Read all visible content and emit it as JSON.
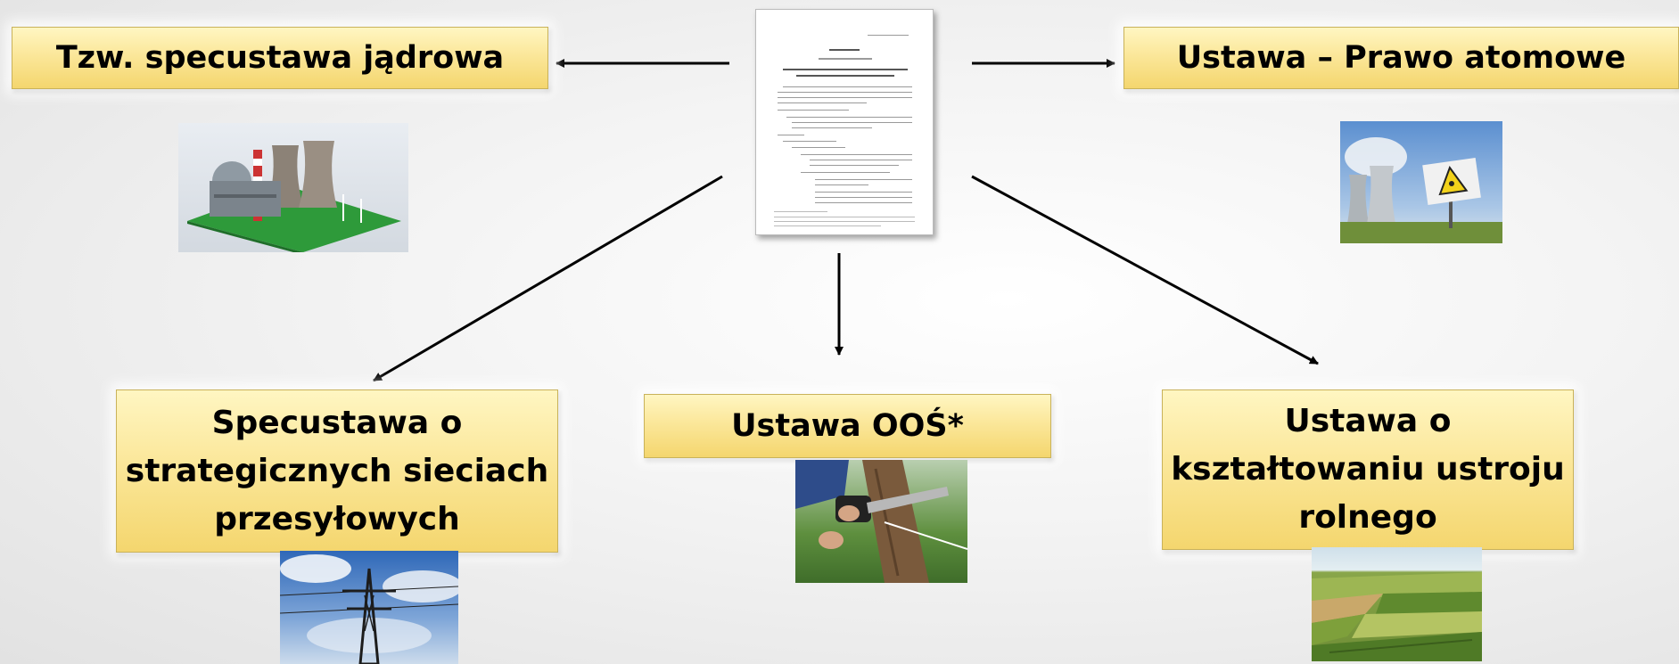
{
  "boxes": {
    "left_top": "Tzw. specustawa jądrowa",
    "right_top": "Ustawa – Prawo atomowe",
    "bottom_left": [
      "Specustawa o",
      "strategicznych sieciach",
      "przesyłowych"
    ],
    "bottom_center": "Ustawa OOŚ*",
    "bottom_right": [
      "Ustawa o",
      "kształtowaniu ustroju",
      "rolnego"
    ]
  },
  "images": {
    "nuclear_plant_model": "nuclear-plant-icon",
    "nuclear_radiation_sign": "radiation-sign-icon",
    "power_pylon": "power-pylon-icon",
    "chainsaw_tree": "chainsaw-icon",
    "farmland": "farmland-icon"
  },
  "colors": {
    "box_fill": "#fbe79a",
    "box_border": "#c9b25a",
    "arrow": "#000000"
  }
}
